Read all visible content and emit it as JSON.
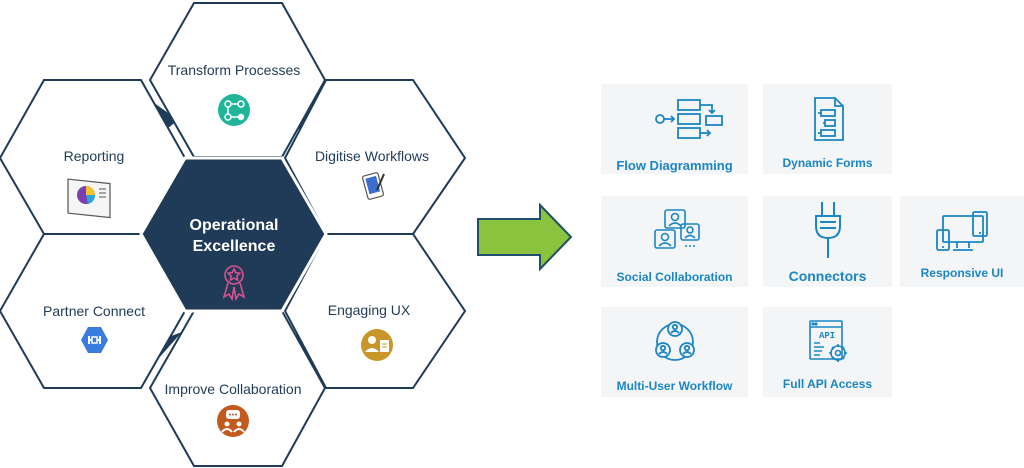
{
  "center": {
    "line1": "Operational",
    "line2": "Excellence",
    "icon": "ribbon-award-icon"
  },
  "hexagons": [
    {
      "label": "Transform Processes",
      "icon": "process-flow-icon",
      "icon_color": "#1fb59b"
    },
    {
      "label": "Digitise Workflows",
      "icon": "tablet-stylus-icon",
      "icon_color": "#3a6fd0"
    },
    {
      "label": "Engaging UX",
      "icon": "user-document-icon",
      "icon_color": "#c9962a"
    },
    {
      "label": "Improve Collaboration",
      "icon": "collaboration-chat-icon",
      "icon_color": "#c25a1e"
    },
    {
      "label": "Partner Connect",
      "icon": "connector-hexagon-icon",
      "icon_color": "#3a7be0"
    },
    {
      "label": "Reporting",
      "icon": "pie-chart-board-icon",
      "icon_color": "#7b3fb1"
    }
  ],
  "features": [
    {
      "label": "Flow Diagramming",
      "icon": "flowchart-icon"
    },
    {
      "label": "Dynamic Forms",
      "icon": "form-document-icon"
    },
    {
      "label": "Social Collaboration",
      "icon": "social-chat-icon"
    },
    {
      "label": "Connectors",
      "icon": "plug-icon"
    },
    {
      "label": "Responsive UI",
      "icon": "devices-icon"
    },
    {
      "label": "Multi-User Workflow",
      "icon": "multi-user-icon"
    },
    {
      "label": "Full API Access",
      "icon": "api-gear-icon"
    }
  ],
  "colors": {
    "hex_outline": "#1f3b57",
    "center_fill": "#1f3b57",
    "arrow_fill": "#8ac43f",
    "feature_text": "#1a86c4",
    "tile_bg": "#f4f5f6"
  }
}
